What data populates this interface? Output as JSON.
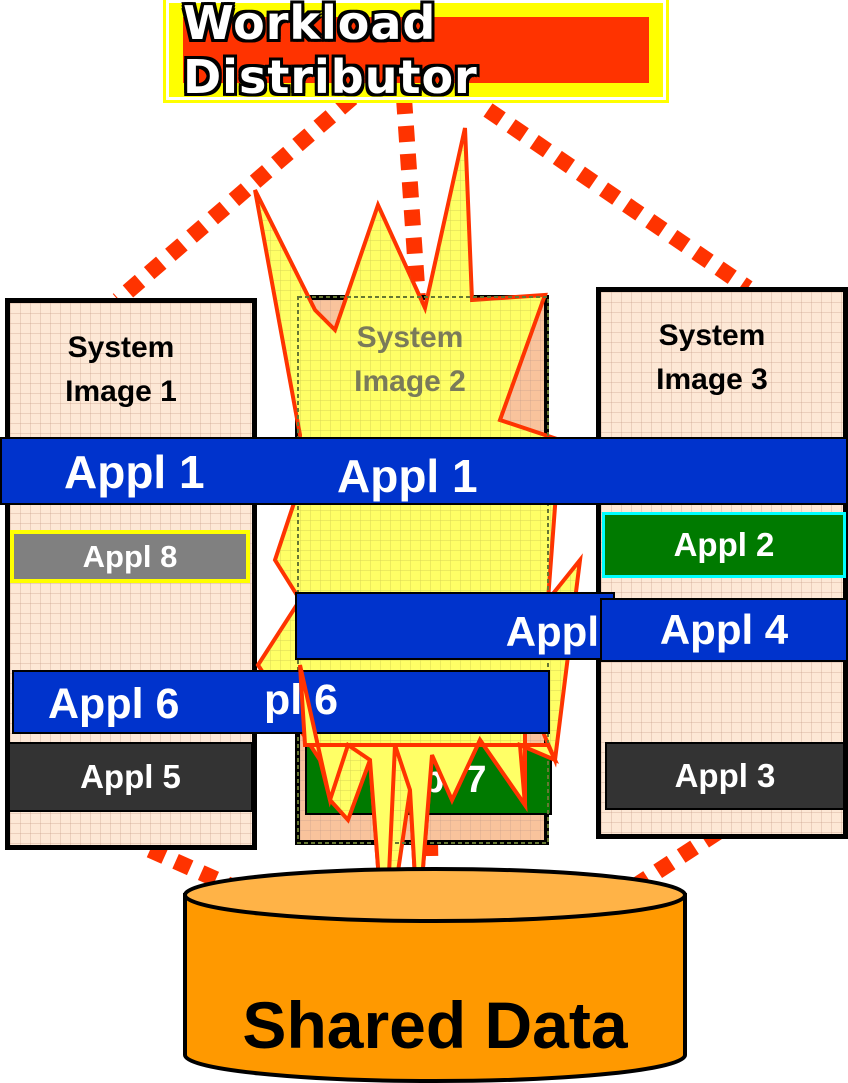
{
  "title": "Workload Distributor",
  "systems": [
    {
      "label_line1": "System",
      "label_line2": "Image 1"
    },
    {
      "label_line1": "System",
      "label_line2": "Image 2"
    },
    {
      "label_line1": "System",
      "label_line2": "Image 3"
    }
  ],
  "apps": {
    "appl1_a": "Appl 1",
    "appl1_b": "Appl 1",
    "appl8": "Appl 8",
    "appl2": "Appl 2",
    "appl4_a": "Appl",
    "appl4_b": "Appl 4",
    "appl6_a": "Appl 6",
    "appl6_b": "pl 6",
    "appl5": "Appl 5",
    "appl7": "Appl 7",
    "appl3": "Appl 3"
  },
  "storage": {
    "label": "Shared Data"
  },
  "colors": {
    "connector": "#ff3300",
    "title_fill": "#ff3300",
    "title_border": "#ffff00",
    "appl_blue": "#0033cc",
    "appl_green": "#007a00",
    "appl_gray": "#808080",
    "appl_dark": "#333333",
    "explosion_fill": "#ffff66",
    "cylinder": "#ff9900"
  }
}
